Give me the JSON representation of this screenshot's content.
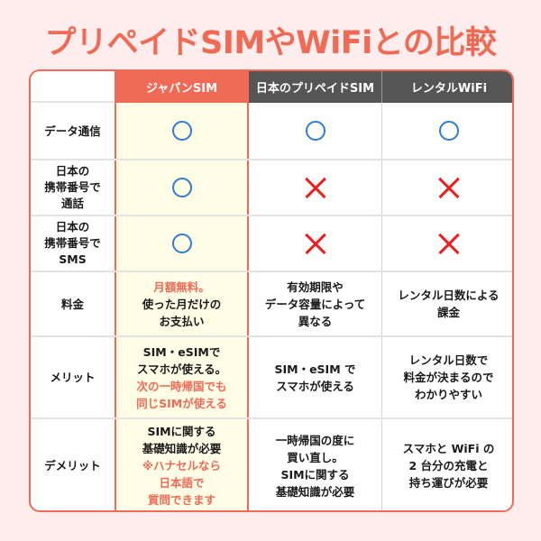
{
  "title": "プリペイドSIMやWiFiとの比較",
  "columns": [
    {
      "label": "",
      "style": "blank"
    },
    {
      "label": "ジャパンSIM",
      "style": "highlight"
    },
    {
      "label": "日本のプリペイドSIM",
      "style": "dark"
    },
    {
      "label": "レンタルWiFi",
      "style": "dark"
    }
  ],
  "symbols": {
    "yes": "circle-icon (blue #2f7bd4)",
    "no": "cross-icon (red #ee1c1c)"
  },
  "colors": {
    "accent": "#f06a55",
    "background": "#fdeeed",
    "header_dark": "#555555",
    "highlight_fill": "#fffde6",
    "circle": "#2f7bd4",
    "cross": "#ee1c1c"
  },
  "rows": [
    {
      "label": [
        "データ通信"
      ],
      "japan_sim": "yes",
      "prepaid_sim": "yes",
      "rental_wifi": "yes"
    },
    {
      "label": [
        "日本の",
        "携帯番号で",
        "通話"
      ],
      "japan_sim": "yes",
      "prepaid_sim": "no",
      "rental_wifi": "no"
    },
    {
      "label": [
        "日本の",
        "携帯番号で",
        "SMS"
      ],
      "japan_sim": "yes",
      "prepaid_sim": "no",
      "rental_wifi": "no"
    },
    {
      "label": [
        "料金"
      ],
      "japan_sim": {
        "red": [
          "月額無料。"
        ],
        "black": [
          "使った月だけの",
          "お支払い"
        ]
      },
      "prepaid_sim": [
        "有効期限や",
        "データ容量によって",
        "異なる"
      ],
      "rental_wifi": [
        "レンタル日数による",
        "課金"
      ]
    },
    {
      "label": [
        "メリット"
      ],
      "japan_sim": {
        "black": [
          "SIM・eSIMで",
          "スマホが使える。"
        ],
        "red": [
          "次の一時帰国でも",
          "同じSIMが使える"
        ]
      },
      "prepaid_sim": [
        "SIM・eSIM で",
        "スマホが使える"
      ],
      "rental_wifi": [
        "レンタル日数で",
        "料金が決まるので",
        "わかりやすい"
      ]
    },
    {
      "label": [
        "デメリット"
      ],
      "japan_sim": {
        "black": [
          "SIMに関する",
          "基礎知識が必要"
        ],
        "red": [
          "※ハナセルなら",
          "日本語で",
          "質問できます"
        ]
      },
      "prepaid_sim": [
        "一時帰国の度に",
        "買い直し。",
        "SIMに関する",
        "基礎知識が必要"
      ],
      "rental_wifi": [
        "スマホと WiFi の",
        "2 台分の充電と",
        "持ち運びが必要"
      ]
    }
  ]
}
